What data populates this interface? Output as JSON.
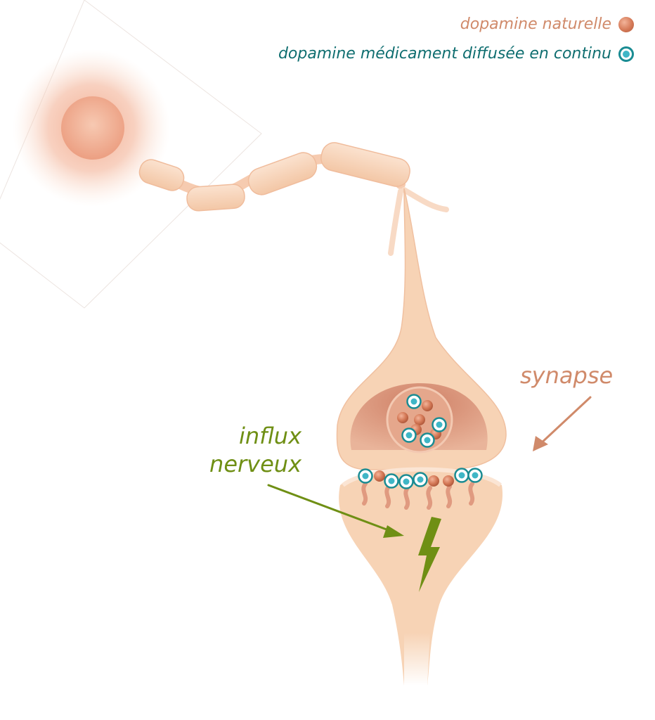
{
  "legend": {
    "natural_label": "dopamine naturelle",
    "natural_icon": "dopamine-natural-dot-icon",
    "medication_label": "dopamine médicament diffusée en continu",
    "medication_icon": "dopamine-medication-dot-icon"
  },
  "labels": {
    "synapse": "synapse",
    "influx_line1": "influx",
    "influx_line2": "nerveux"
  },
  "colors": {
    "natural": "#d08a6a",
    "medication": "#0f6e70",
    "influx": "#6f8f14",
    "neuron": "#f7d3b5",
    "vesicle": "#d98d6f"
  }
}
